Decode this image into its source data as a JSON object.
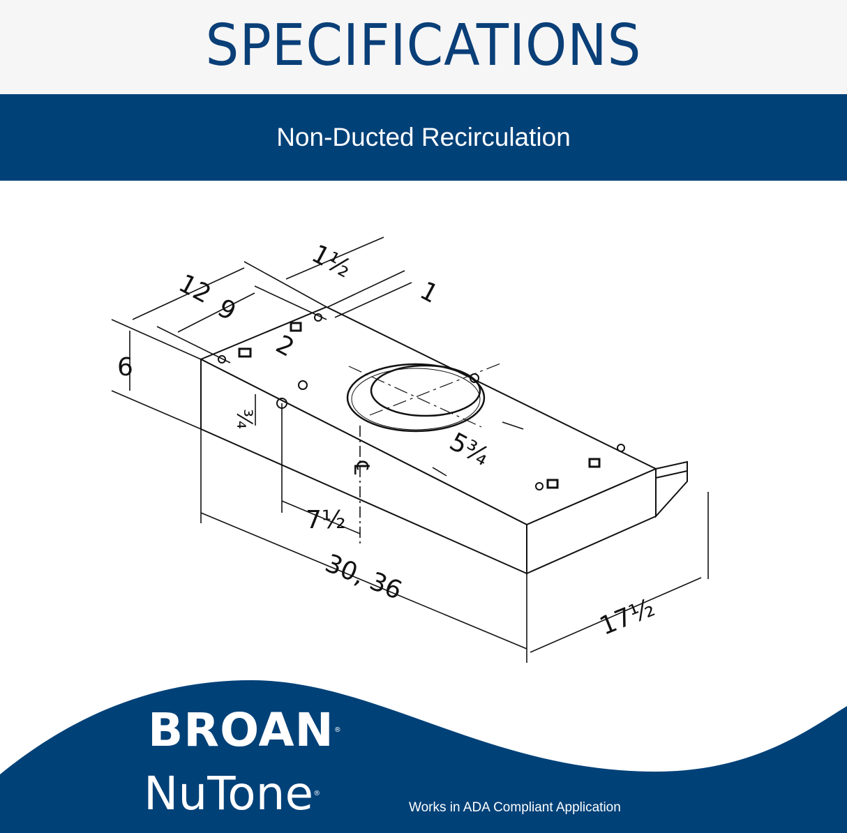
{
  "header": {
    "title": "SPECIFICATIONS",
    "subtitle": "Non-Ducted Recirculation"
  },
  "diagram": {
    "dimensions": {
      "height": "6",
      "depth_12": "12",
      "depth_9": "9",
      "offset_2": "2",
      "offset_1_half": "1½",
      "offset_1": "1",
      "offset_3_4": "¾",
      "duct_diameter": "5¾",
      "centerline_offset": "7½",
      "width": "30, 36",
      "front_depth": "17½",
      "centerline_symbol": "℄"
    }
  },
  "footer": {
    "brand_broan": "BROAN",
    "brand_nutone": "NuTone",
    "registered": "®",
    "note": "Works in ADA Compliant Application"
  },
  "colors": {
    "brand_blue": "#004178",
    "title_blue": "#0a3f78",
    "top_band": "#f6f6f6"
  }
}
